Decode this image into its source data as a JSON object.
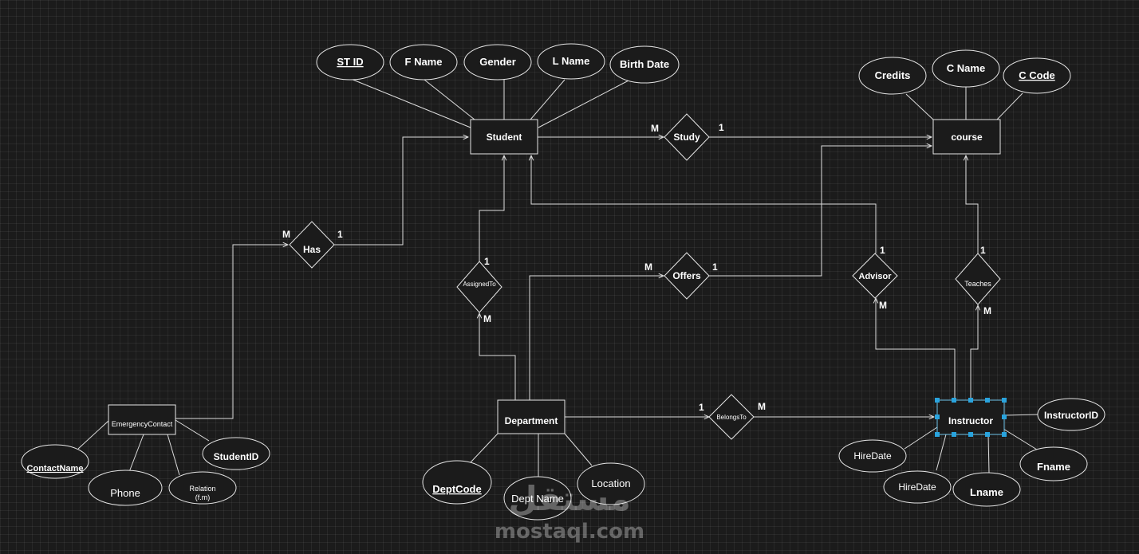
{
  "entities": {
    "student": "Student",
    "course": "course",
    "department": "Department",
    "instructor": "Instructor",
    "emergency_contact": "EmergencyContact"
  },
  "attributes": {
    "st_id": "ST ID",
    "f_name": "F Name",
    "gender": "Gender",
    "l_name": "L Name",
    "birth_date": "Birth Date",
    "credits": "Credits",
    "c_name": "C Name",
    "c_code": "C Code",
    "contact_name": "ContactName",
    "phone": "Phone",
    "relation_line1": "Relation",
    "relation_line2": "(f.m)",
    "student_id": "StudentID",
    "dept_code": "DeptCode",
    "dept_name": "Dept Name",
    "location": "Location",
    "instructor_id": "InstructorID",
    "hire_date_1": "HireDate",
    "hire_date_2": "HireDate",
    "lname": "Lname",
    "fname": "Fname"
  },
  "relationships": {
    "study": "Study",
    "has": "Has",
    "offers": "Offers",
    "advisor": "Advisor",
    "teaches": "Teaches",
    "assigned_to": "AssignedTo",
    "belongs_to": "BelongsTo"
  },
  "cardinalities": {
    "study_student": "M",
    "study_course": "1",
    "has_contact": "M",
    "has_student": "1",
    "assigned_student": "1",
    "assigned_department": "M",
    "offers_department": "M",
    "offers_course": "1",
    "advisor_student": "1",
    "advisor_instructor": "M",
    "teaches_course": "1",
    "teaches_instructor": "M",
    "belongs_department": "1",
    "belongs_instructor": "M"
  },
  "watermark": {
    "arabic": "مستقل",
    "latin": "mostaql.com"
  }
}
